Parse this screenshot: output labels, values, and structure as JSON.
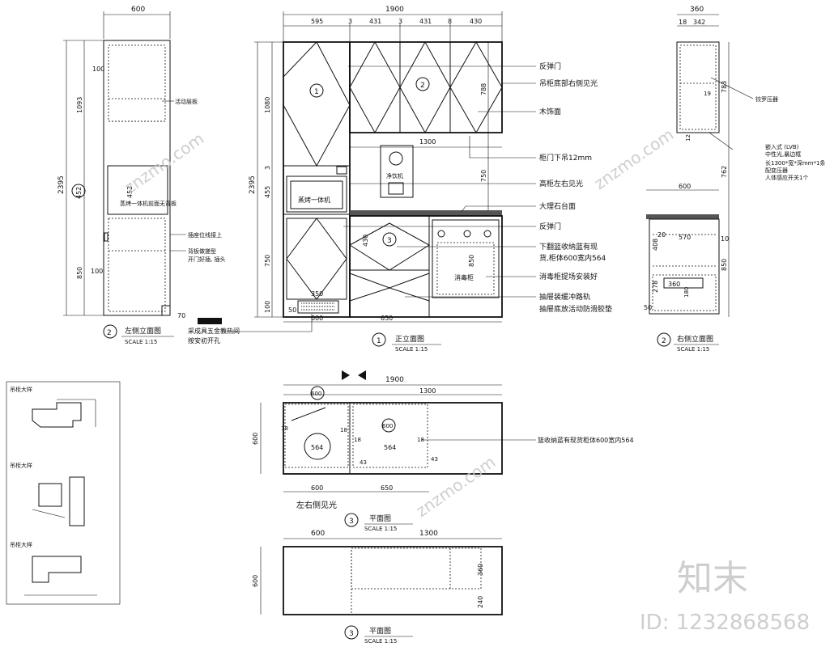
{
  "front": {
    "title": "正立面图",
    "scale": "SCALE 1:15",
    "num": "1",
    "dims_top": [
      "1900",
      "595",
      "3",
      "431",
      "3",
      "431",
      "8",
      "430"
    ],
    "dim_left_total": "2395",
    "dims_left": [
      "1080",
      "3",
      "455",
      "750",
      "100"
    ],
    "dims_right": [
      "788",
      "750",
      "850"
    ],
    "dim_1300": "1300",
    "dims_bottom": [
      "600",
      "650"
    ],
    "door_marks": [
      "1",
      "2",
      "3"
    ],
    "small_dims": [
      "430",
      "350",
      "50"
    ],
    "appliance_oven": "蒸烤一体机",
    "appliance_purifier": "净饮机",
    "appliance_sterilizer": "消毒柜",
    "hardware_note": "采成具五金教热间\n按安初开孔",
    "callouts": [
      "反弹门",
      "吊柜底部右侧见光",
      "木饰面",
      "柜门下吊12mm",
      "高柜左右见光",
      "大理石台面",
      "反弹门",
      "下翻篮收纳蓝有现\n货,柜体600宽内564",
      "消毒柜提场安装好",
      "抽屉装缓冲路轨",
      "抽屉底放活动防滑胶垫"
    ]
  },
  "left": {
    "title": "左侧立面图",
    "scale": "SCALE 1:15",
    "num": "2",
    "dim_top": "600",
    "dims_left": [
      "2395",
      "1093",
      "452",
      "850"
    ],
    "dims_small": [
      "100",
      "100",
      "70"
    ],
    "callouts": [
      "活动层板",
      "蒸烤一体机前面无背板",
      "插座位线接上",
      "背板做搓型\n开门好插, 插头"
    ]
  },
  "right": {
    "title": "右侧立面图",
    "scale": "SCALE 1:15",
    "num": "2",
    "dims_top": [
      "360",
      "18",
      "342"
    ],
    "dims_right": [
      "783",
      "762",
      "850"
    ],
    "dims_inner": [
      "19",
      "12",
      "600",
      "20",
      "570",
      "10",
      "408",
      "278",
      "360",
      "180",
      "50"
    ],
    "callouts": [
      "铰罗压器",
      "嵌入式 (LVB)\n中性光,暴边框\n长1300*宽*深mm*1条\n配变压器\n人体感应开关1个"
    ]
  },
  "plan1": {
    "title": "平面图",
    "scale": "SCALE 1:15",
    "num": "3",
    "dims_top": [
      "1900",
      "600",
      "1300"
    ],
    "dim_left": "600",
    "dims_bottom": [
      "600",
      "650"
    ],
    "dims_inner": [
      "18",
      "18",
      "18",
      "18",
      "600",
      "564",
      "564",
      "43",
      "43"
    ],
    "light_note": "左右侧见光",
    "callout": "篮收纳蓝有现货柜体600宽内564"
  },
  "plan2": {
    "title": "平面图",
    "scale": "SCALE 1:15",
    "num": "3",
    "dims_top": [
      "600",
      "1300"
    ],
    "dim_left": "600",
    "dims_right": [
      "360",
      "240"
    ]
  },
  "detail_labels": [
    "吊柜大样",
    "吊柜大样",
    "吊柜大样"
  ],
  "watermark": {
    "brand": "知末",
    "id": "ID: 1232868568",
    "site": "znzmo.com"
  }
}
